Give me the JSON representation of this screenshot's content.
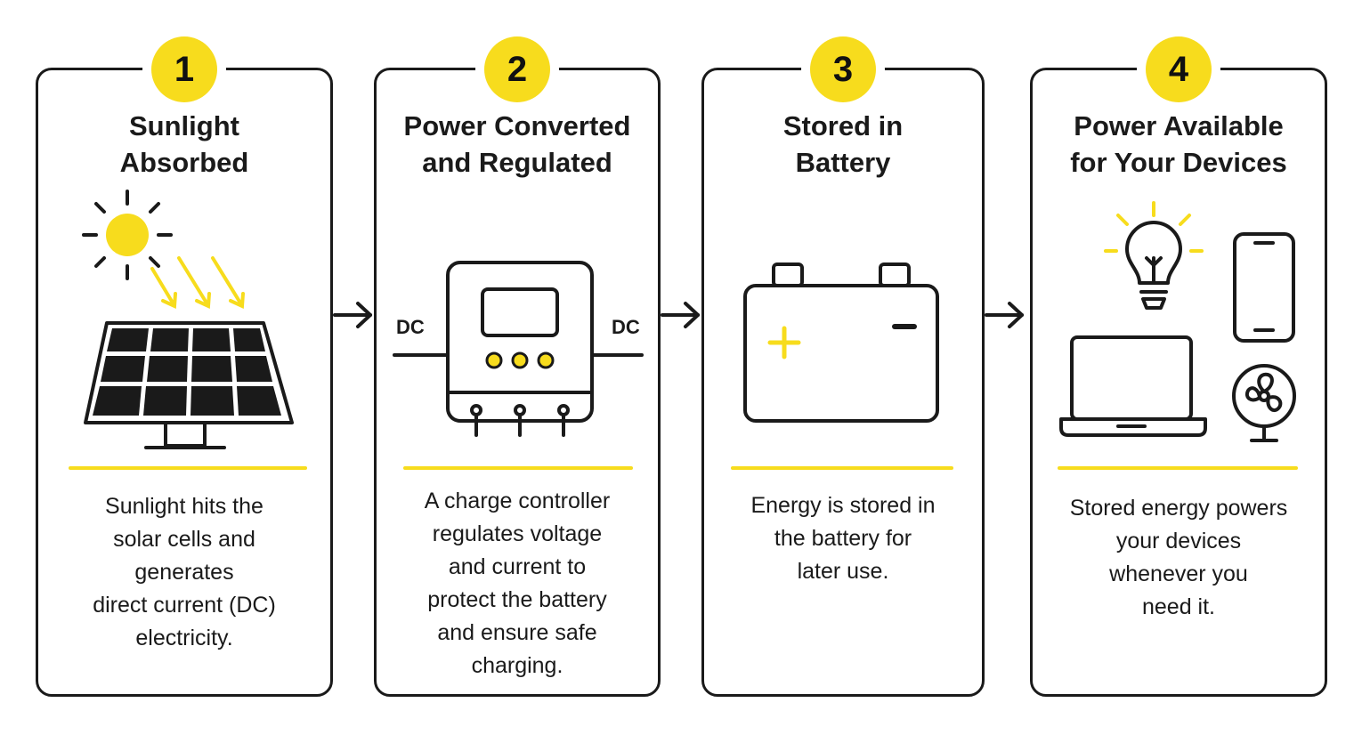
{
  "colors": {
    "accent": "#f7dc1d",
    "stroke": "#1a1a1a",
    "background": "#ffffff"
  },
  "steps": [
    {
      "number": "1",
      "title": "Sunlight\nAbsorbed",
      "description": "Sunlight hits the\nsolar cells and\ngenerates\ndirect current (DC)\nelectricity.",
      "icons": [
        "sun-icon",
        "sun-ray-arrows-icon",
        "solar-panel-icon"
      ]
    },
    {
      "number": "2",
      "title": "Power Converted\nand Regulated",
      "description": "A charge controller\nregulates voltage\nand current to\nprotect the battery\nand ensure safe\ncharging.",
      "icons": [
        "charge-controller-icon"
      ],
      "input_label": "DC",
      "output_label": "DC"
    },
    {
      "number": "3",
      "title": "Stored in\nBattery",
      "description": "Energy is stored in\nthe battery for\nlater use.",
      "icons": [
        "battery-icon"
      ]
    },
    {
      "number": "4",
      "title": "Power Available\nfor Your Devices",
      "description": "Stored energy powers\nyour devices\nwhenever you\nneed it.",
      "icons": [
        "light-bulb-icon",
        "smartphone-icon",
        "laptop-icon",
        "fan-icon"
      ]
    }
  ],
  "connectors": [
    "arrow-right-icon",
    "arrow-right-icon",
    "arrow-right-icon"
  ]
}
